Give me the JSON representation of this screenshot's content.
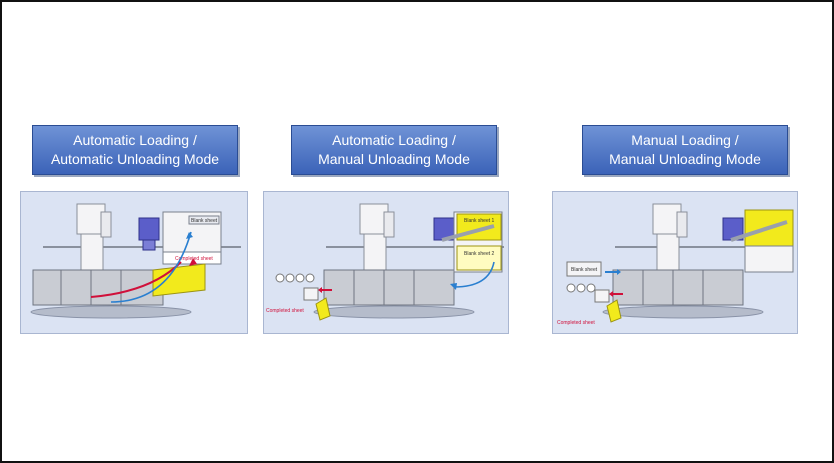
{
  "modes": [
    {
      "title_line1": "Automatic Loading /",
      "title_line2": "Automatic Unloading Mode",
      "labels": {
        "blank": "Blank sheet",
        "completed": "Completed sheet"
      }
    },
    {
      "title_line1": "Automatic Loading /",
      "title_line2": "Manual Unloading Mode",
      "labels": {
        "blank1": "Blank sheet 1",
        "blank2": "Blank sheet 2",
        "completed": "Completed sheet"
      }
    },
    {
      "title_line1": "Manual Loading /",
      "title_line2": "Manual Unloading Mode",
      "labels": {
        "blank": "Blank sheet",
        "completed": "Completed sheet"
      }
    }
  ],
  "colors": {
    "title_bg": "#3b63b8",
    "panel_bg": "#dbe3f3",
    "sheet_yellow": "#f2ea1c",
    "arrow_blue": "#2a7fd0",
    "arrow_red": "#d0103a",
    "robot": "#5b5ec9"
  }
}
